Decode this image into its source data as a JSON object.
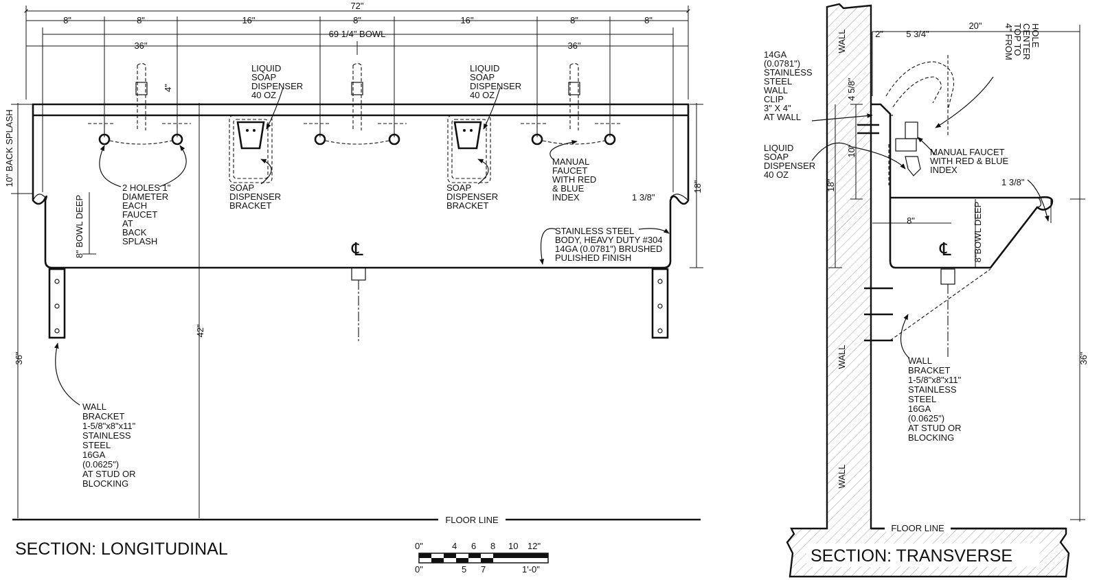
{
  "longitudinal": {
    "title": "SECTION: LONGITUDINAL",
    "dims": {
      "overall": "72\"",
      "bowl": "69 1/4\" BOWL",
      "half_left": "36\"",
      "half_right": "36\"",
      "seg_1": "8\"",
      "seg_2": "8\"",
      "seg_3": "16\"",
      "seg_4": "8\"",
      "seg_5": "16\"",
      "seg_6": "8\"",
      "seg_7": "8\"",
      "splash_height": "10\" BACK SPLASH",
      "bowl_deep": "8\" BOWL DEEP",
      "floor_to_rim": "36\"",
      "floor_to_splash": "42\"",
      "rim_to_bottom": "18\"",
      "lip": "1 3/8\"",
      "top_gap": "4\""
    },
    "notes": {
      "holes": [
        "2 HOLES 1\"",
        "DIAMETER",
        "EACH",
        "FAUCET",
        "AT",
        "BACK",
        "SPLASH"
      ],
      "soap_dispenser_1": [
        "LIQUID",
        "SOAP",
        "DISPENSER",
        "40 OZ"
      ],
      "soap_dispenser_2": [
        "LIQUID",
        "SOAP",
        "DISPENSER",
        "40 OZ"
      ],
      "bracket_1": [
        "SOAP",
        "DISPENSER",
        "BRACKET"
      ],
      "bracket_2": [
        "SOAP",
        "DISPENSER",
        "BRACKET"
      ],
      "faucet": [
        "MANUAL",
        "FAUCET",
        "WITH RED",
        "& BLUE",
        "INDEX"
      ],
      "body": [
        "STAINLESS STEEL",
        "BODY, HEAVY DUTY #304",
        "14GA (0.0781\") BRUSHED",
        "PULISHED FINISH"
      ],
      "wall_bracket": [
        "WALL",
        "BRACKET",
        "1-5/8\"x8\"x11\"",
        "STAINLESS",
        "STEEL",
        "16GA",
        "(0.0625\")",
        "AT STUD OR",
        "BLOCKING"
      ]
    },
    "floor_line": "FLOOR LINE"
  },
  "scale": {
    "top": [
      "0\"",
      "4",
      "6",
      "8",
      "10",
      "12\""
    ],
    "bottom": [
      "0\"",
      "5",
      "7",
      "1'-0\""
    ]
  },
  "transverse": {
    "title": "SECTION: TRANSVERSE",
    "dims": {
      "depth": "20\"",
      "wall_gap": "2\"",
      "faucet_offset": "5 3/4\"",
      "top_to_center": [
        "4\" FROM",
        "TOP TO",
        "CENTER",
        "HOLE"
      ],
      "splash_top": "4 5/8\"",
      "splash": "10\"",
      "rim": "18\"",
      "lip": "1 3/8\"",
      "bowl_center": "8\"",
      "bowl_deep": "8\"BOWL DEEP",
      "height": "36\""
    },
    "notes": {
      "clip": [
        "14GA",
        "(0.0781\")",
        "STAINLESS",
        "STEEL",
        "WALL",
        "CLIP",
        "3\" X 4\"",
        "AT WALL"
      ],
      "soap": [
        "LIQUID",
        "SOAP",
        "DISPENSER",
        "40 OZ"
      ],
      "faucet": [
        "MANUAL FAUCET",
        "WITH RED & BLUE",
        "INDEX"
      ],
      "wall_bracket": [
        "WALL",
        "BRACKET",
        "1-5/8\"x8\"x11\"",
        "STAINLESS",
        "STEEL",
        "16GA",
        "(0.0625\")",
        "AT STUD OR",
        "BLOCKING"
      ]
    },
    "wall_labels": [
      "WALL",
      "WALL",
      "WALL"
    ],
    "floor_line": "FLOOR LINE"
  }
}
